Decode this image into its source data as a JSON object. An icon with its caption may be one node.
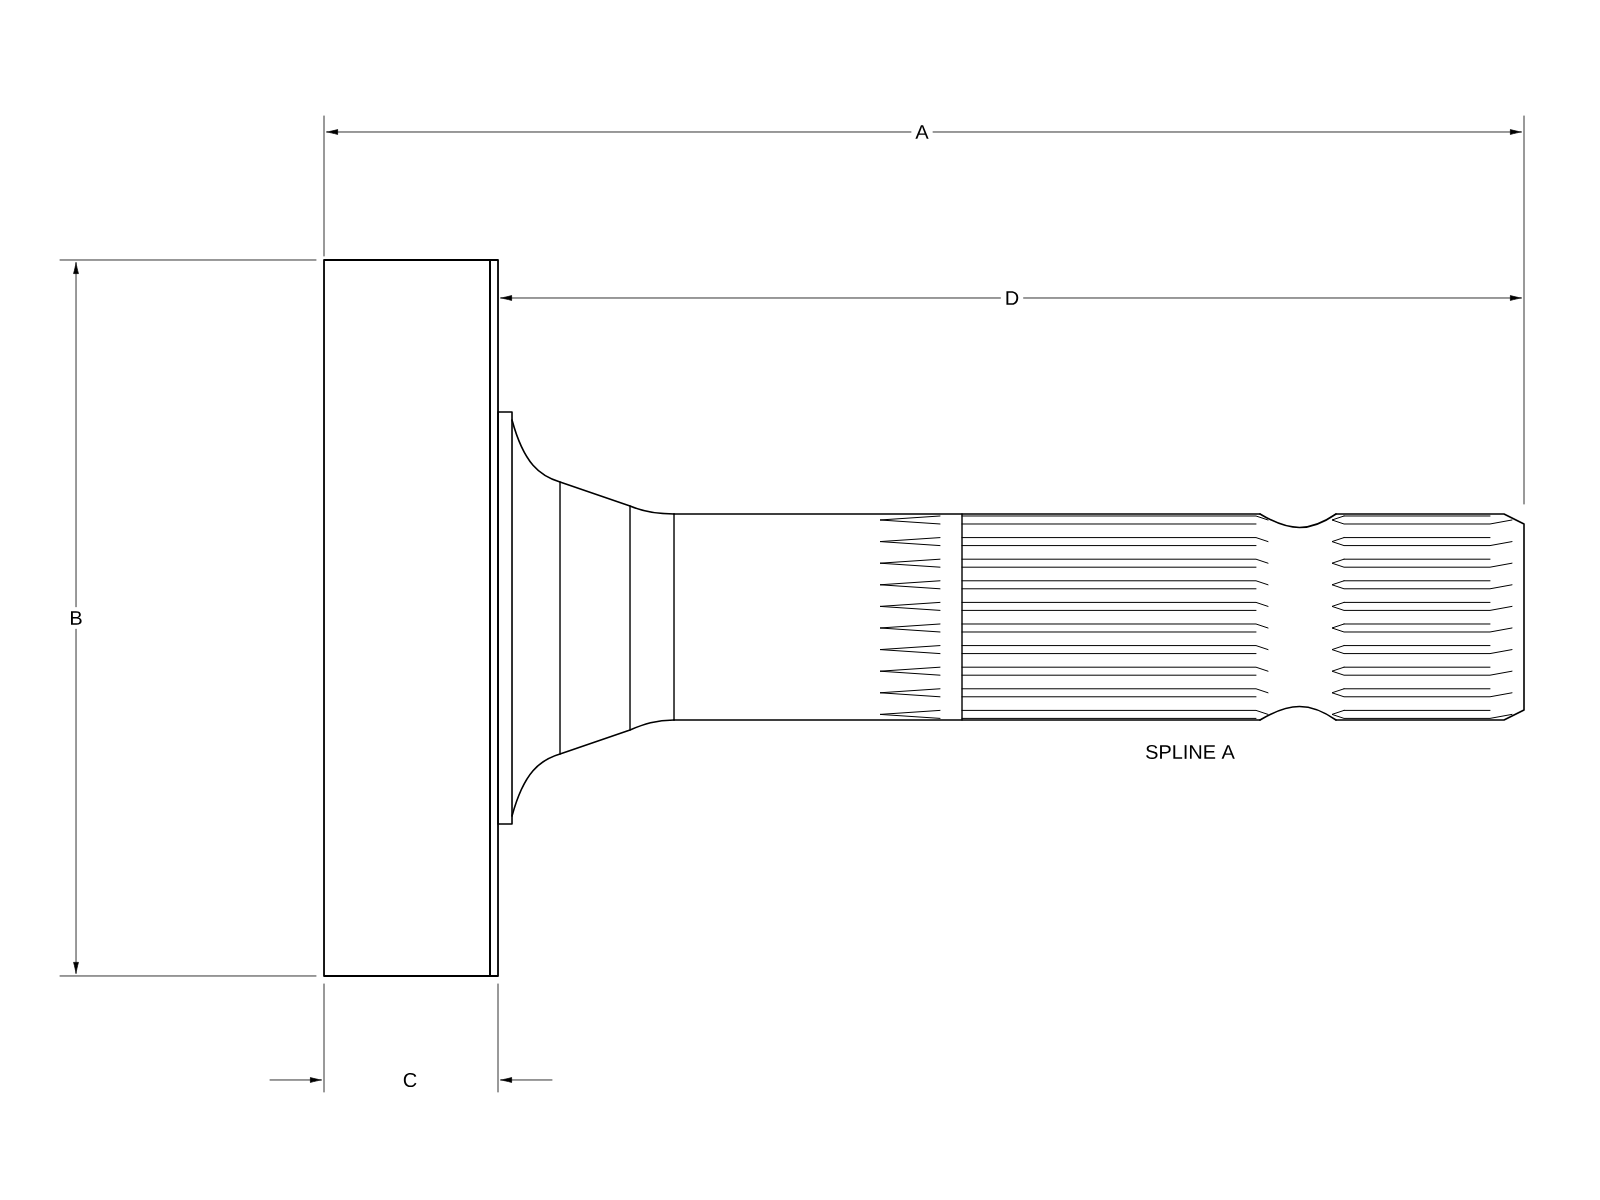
{
  "diagram": {
    "labels": [
      "A",
      "D",
      "B",
      "SPLINE A",
      "C"
    ]
  }
}
